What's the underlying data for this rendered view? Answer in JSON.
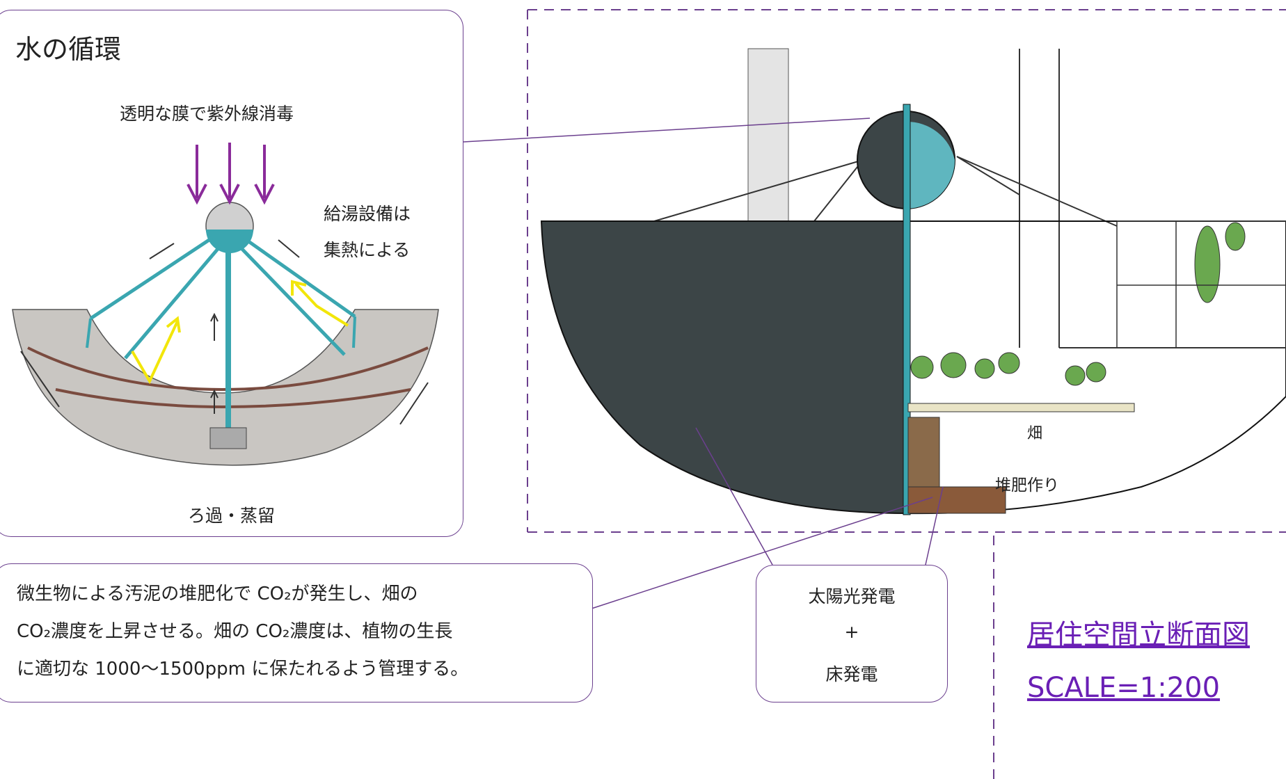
{
  "water_cycle": {
    "title": "水の循環",
    "uv_label": "透明な膜で紫外線消毒",
    "hot_water_line1": "給湯設備は",
    "hot_water_line2": "集熱による",
    "filter_label": "ろ過・蒸留"
  },
  "section": {
    "field_label": "畑",
    "compost_label": "堆肥作り"
  },
  "co2_note": {
    "line1": "微生物による汚泥の堆肥化で CO₂が発生し、畑の",
    "line2": "CO₂濃度を上昇させる。畑の CO₂濃度は、植物の生長",
    "line3": "に適切な 1000〜1500ppm に保たれるよう管理する。"
  },
  "power_box": {
    "line1": "太陽光発電",
    "line2": "+",
    "line3": "床発電"
  },
  "drawing_title": {
    "name": "居住空間立断面図",
    "scale": "SCALE=1:200"
  },
  "colors": {
    "accent_purple": "#6b3f8e",
    "water_teal": "#3aa6b0",
    "dark_fill": "#3c4547",
    "arrow_purple": "#8a2b9a",
    "arrow_yellow": "#f2e60a"
  }
}
